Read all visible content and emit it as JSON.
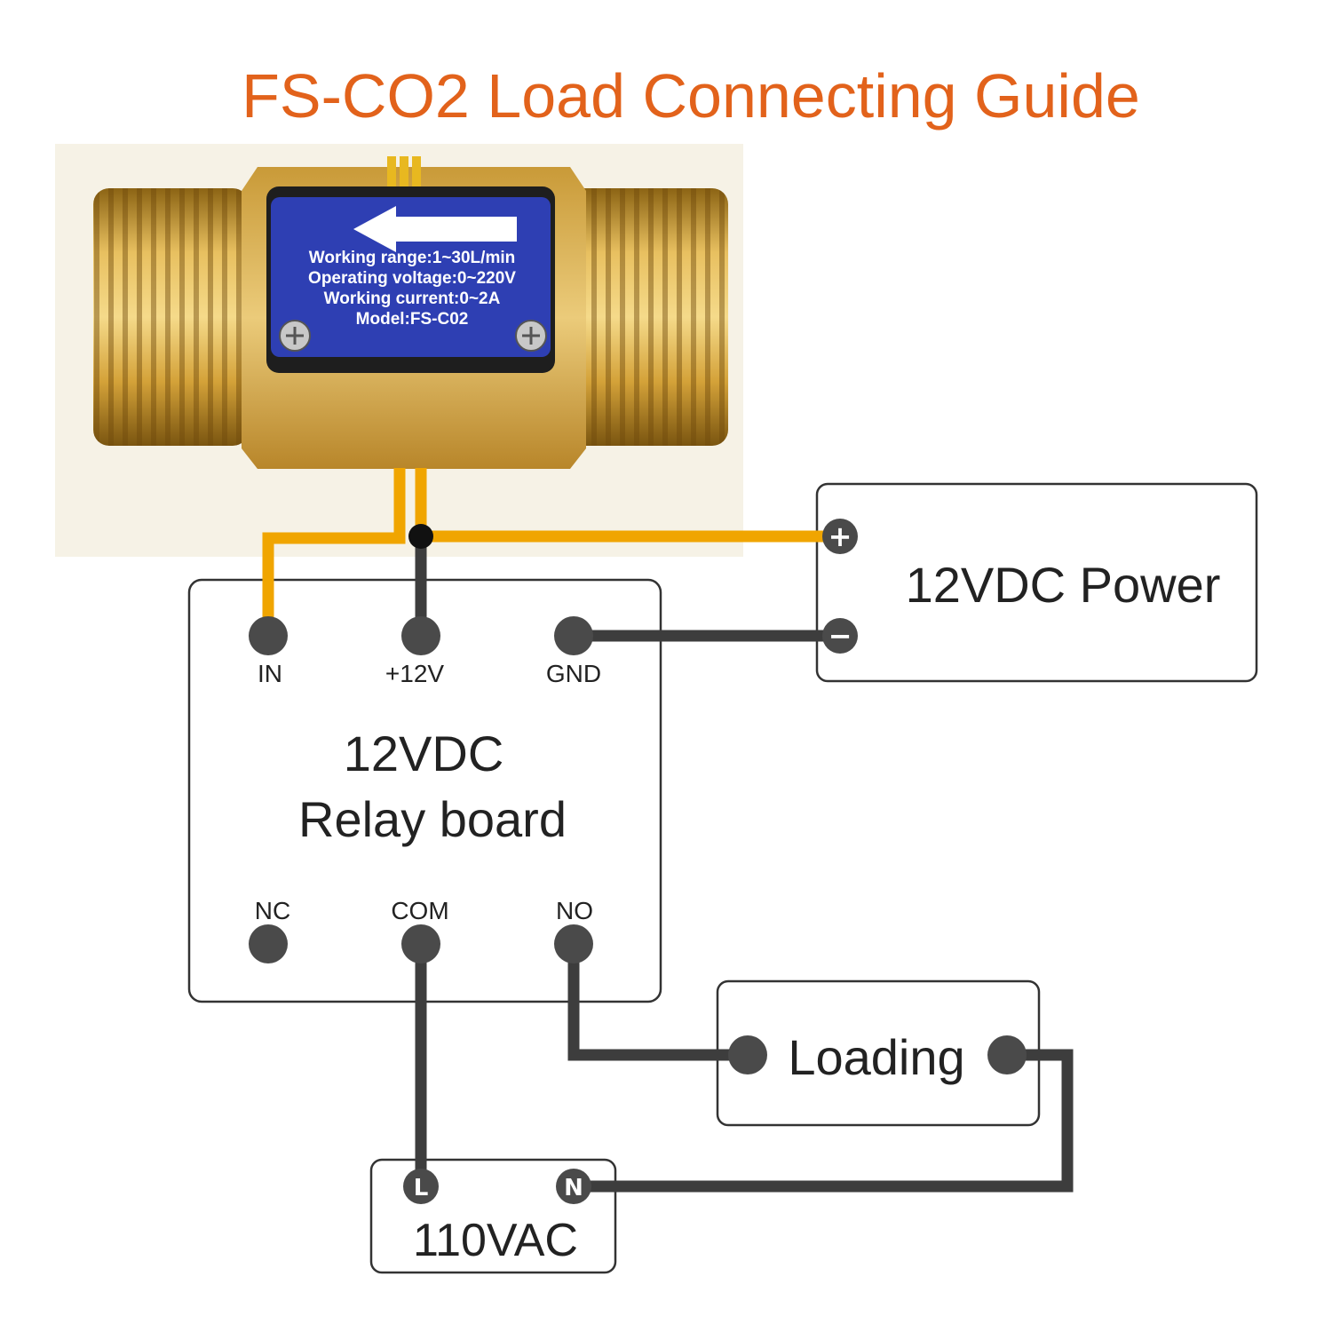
{
  "title": "FS-CO2 Load Connecting Guide",
  "colors": {
    "title": "#E2621B",
    "wire_sensor": "#F0A500",
    "wire_dark": "#3D3D3D",
    "terminal": "#4A4A4A",
    "brass": "#D9A53A",
    "plate": "#2E3FB3"
  },
  "sensor": {
    "line1": "Working range:1~30L/min",
    "line2": "Operating voltage:0~220V",
    "line3": "Working current:0~2A",
    "line4": "Model:FS-C02"
  },
  "power": {
    "label": "12VDC Power",
    "plus": "+",
    "minus": "−"
  },
  "relay": {
    "line1": "12VDC",
    "line2": "Relay board",
    "in": "IN",
    "v12": "+12V",
    "gnd": "GND",
    "nc": "NC",
    "com": "COM",
    "no": "NO"
  },
  "load": {
    "label": "Loading"
  },
  "ac": {
    "label": "110VAC",
    "l": "L",
    "n": "N"
  }
}
